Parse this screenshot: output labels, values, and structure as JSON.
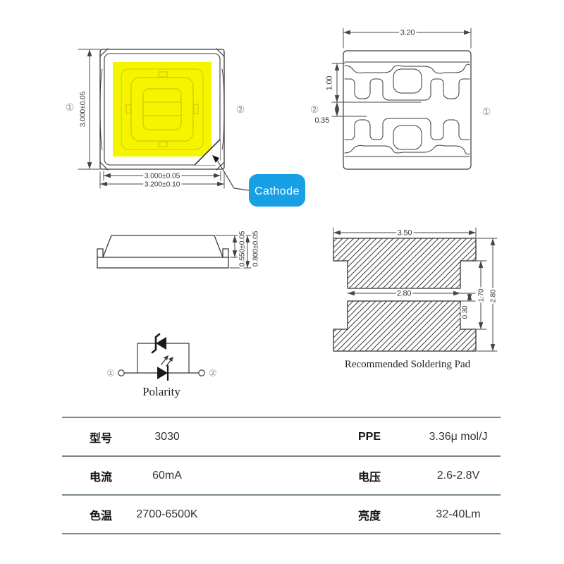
{
  "colors": {
    "accent_blue": "#18A0E5",
    "chip_yellow": "#F6F500",
    "table_line": "#7C8983"
  },
  "top_view": {
    "pin_left": "①",
    "pin_right": "②",
    "dim_height": "3.000±0.05",
    "dim_body_width": "3.000±0.05",
    "dim_overall_width": "3.200±0.10",
    "cathode_label": "Cathode"
  },
  "bottom_view": {
    "pin_left": "②",
    "pin_right": "①",
    "dim_width": "3.20",
    "dim_top_pad": "1.00",
    "dim_gap": "0.35"
  },
  "side_view": {
    "dim_lens_height": "0.550±0.05",
    "dim_total_height": "0.800±0.05"
  },
  "solder_pad": {
    "dim_overall_width": "3.50",
    "dim_inner_width": "2.80",
    "dim_gap": "0.30",
    "dim_inner_height": "1.70",
    "dim_overall_height": "2.80",
    "caption": "Recommended Soldering Pad"
  },
  "polarity": {
    "pin_left": "①",
    "pin_right": "②",
    "caption": "Polarity"
  },
  "spec_table": {
    "rows": [
      [
        "型号",
        "3030",
        "PPE",
        "3.36μ mol/J"
      ],
      [
        "电流",
        "60mA",
        "电压",
        "2.6-2.8V"
      ],
      [
        "色温",
        "2700-6500K",
        "亮度",
        "32-40Lm"
      ]
    ]
  }
}
